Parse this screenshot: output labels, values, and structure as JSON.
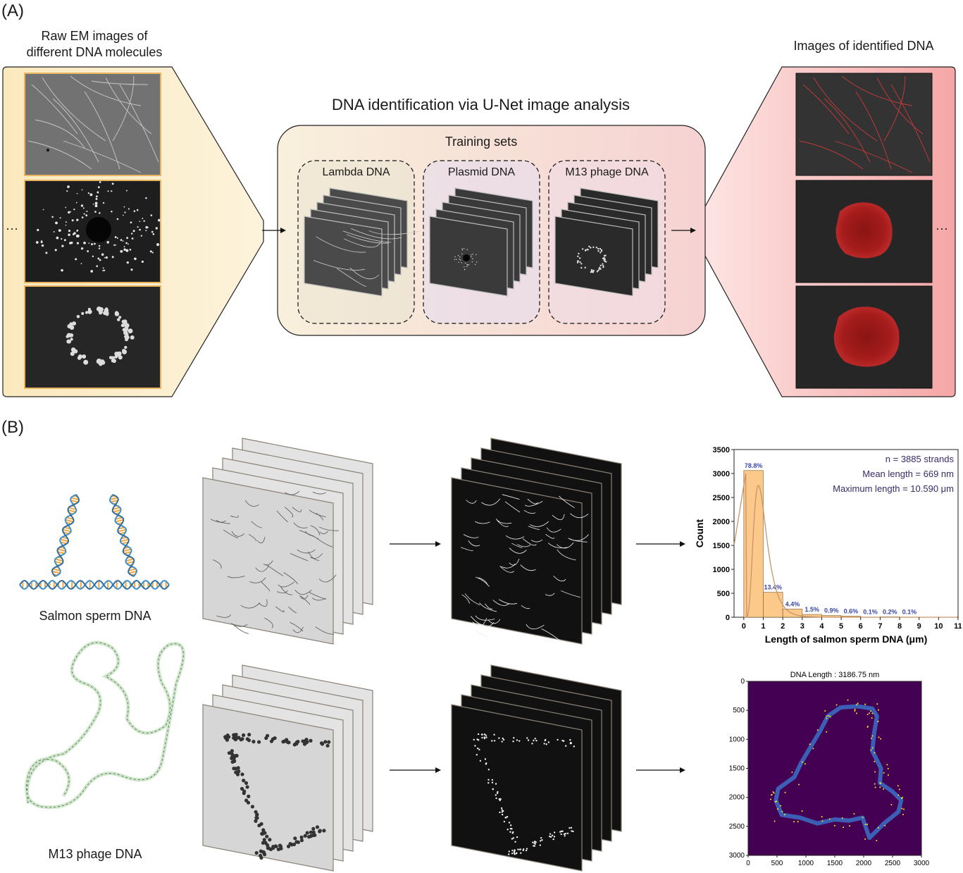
{
  "panel_a": {
    "label": "(A)",
    "raw_title_line1": "Raw EM images of",
    "raw_title_line2": "different DNA molecules",
    "ellipsis_left": "···",
    "ellipsis_right": "···",
    "center_title": "DNA identification via U-Net image analysis",
    "training_title": "Training sets",
    "training_sets": [
      "Lambda DNA",
      "Plasmid DNA",
      "M13 phage DNA"
    ],
    "identified_title": "Images of identified DNA"
  },
  "panel_b": {
    "label": "(B)",
    "row1_label": "Salmon sperm DNA",
    "row2_label": "M13 phage DNA"
  },
  "histogram": {
    "chart_data": {
      "type": "bar",
      "bin_edges": [
        0,
        1,
        2,
        3,
        4,
        5,
        6,
        7,
        8,
        9
      ],
      "values": [
        3062,
        521,
        171,
        58,
        35,
        23,
        4,
        8,
        4
      ],
      "bar_labels": [
        "78.8%",
        "13.4%",
        "4.4%",
        "1.5%",
        "0.9%",
        "0.6%",
        "0.1%",
        "0.2%",
        "0.1%"
      ],
      "xlabel": "Length of salmon sperm DNA (μm)",
      "ylabel": "Count",
      "xlim": [
        -0.5,
        11
      ],
      "ylim": [
        0,
        3500
      ],
      "xticks": [
        "0",
        "1",
        "2",
        "3",
        "4",
        "5",
        "6",
        "7",
        "8",
        "9",
        "10",
        "11"
      ],
      "yticks": [
        "0",
        "500",
        "1000",
        "1500",
        "2000",
        "2500",
        "3000",
        "3500"
      ],
      "fit_curve": "lognormal",
      "annotations": [
        "n = 3885 strands",
        "Mean length = 669 nm",
        "Maximum length = 10.590 μm"
      ],
      "bar_color": "#fcc98a",
      "curve_color": "#c8956a",
      "label_color": "#3a46a8"
    }
  },
  "length_plot": {
    "chart_data": {
      "type": "scatter",
      "title": "DNA Length : 3186.75 nm",
      "xlim": [
        0,
        3000
      ],
      "ylim": [
        3000,
        0
      ],
      "xticks": [
        "0",
        "500",
        "1000",
        "1500",
        "2000",
        "2500",
        "3000"
      ],
      "yticks": [
        "0",
        "500",
        "1000",
        "1500",
        "2000",
        "2500",
        "3000"
      ],
      "background_color": "#440154",
      "trace_color": "#3b5fb5",
      "point_color": "#fde725"
    }
  }
}
